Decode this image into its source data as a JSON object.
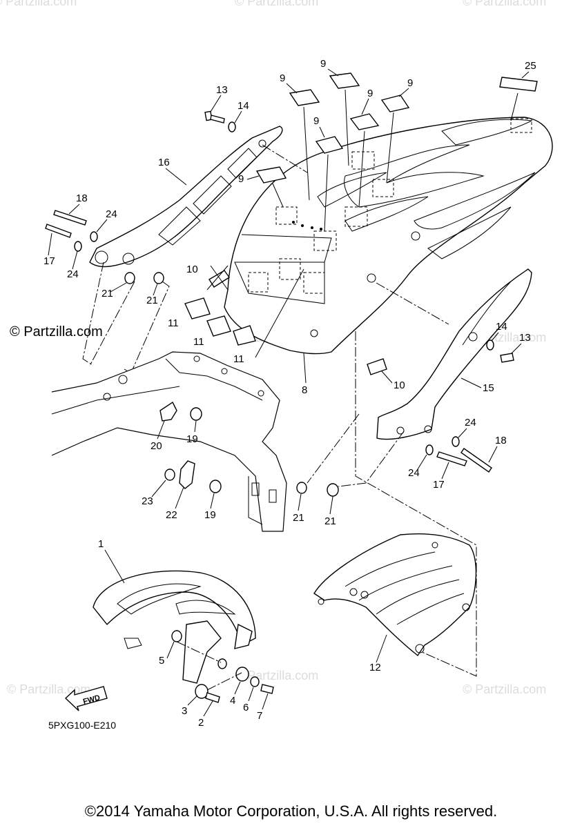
{
  "watermark": "© Partzilla.com",
  "logo_text": "© Partzilla.com",
  "drawing_code": "5PXG100-E210",
  "fwd_label": "FWD",
  "copyright": "©2014 Yamaha Motor Corporation, U.S.A. All rights reserved.",
  "callouts": {
    "c1": "1",
    "c2": "2",
    "c3": "3",
    "c4": "4",
    "c5": "5",
    "c6": "6",
    "c7": "7",
    "c8": "8",
    "c9a": "9",
    "c9b": "9",
    "c9c": "9",
    "c9d": "9",
    "c9e": "9",
    "c9f": "9",
    "c10a": "10",
    "c10b": "10",
    "c11a": "11",
    "c11b": "11",
    "c11c": "11",
    "c12": "12",
    "c13a": "13",
    "c13b": "13",
    "c14a": "14",
    "c14b": "14",
    "c15": "15",
    "c16": "16",
    "c17a": "17",
    "c17b": "17",
    "c18a": "18",
    "c18b": "18",
    "c19a": "19",
    "c19b": "19",
    "c20": "20",
    "c21a": "21",
    "c21b": "21",
    "c21c": "21",
    "c21d": "21",
    "c22": "22",
    "c23": "23",
    "c24a": "24",
    "c24b": "24",
    "c24c": "24",
    "c24d": "24",
    "c25": "25"
  }
}
